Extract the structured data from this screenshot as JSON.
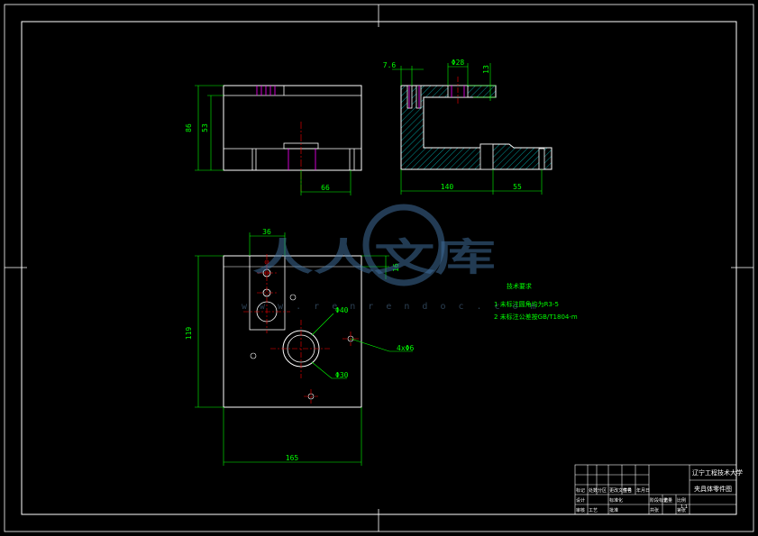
{
  "colors": {
    "background": "#000000",
    "outline": "#ffffff",
    "dimension": "#00ff00",
    "center_line": "#ff0000",
    "hidden_line": "#ff00ff",
    "hatch": "#00ffff",
    "watermark": "#4a7aa8"
  },
  "dimensions": {
    "top_view": {
      "height_outer": "86",
      "height_inner": "53",
      "bottom_width": "66"
    },
    "section_view": {
      "top_left": "7.6",
      "top_hole": "Φ28",
      "top_right": "13",
      "bottom_left": "140",
      "bottom_right": "55"
    },
    "plan_view": {
      "top_width": "36",
      "right_small": "16",
      "left_height": "119",
      "bottom_width": "165",
      "hole_large": "Φ40",
      "hole_small": "Φ30",
      "hole_pattern": "4xΦ6"
    }
  },
  "technical_requirements": {
    "title": "技术要求",
    "items": [
      "1 未标注圆角均为R3-5",
      "2 未标注公差按GB/T1804-m"
    ]
  },
  "watermark": {
    "text": "人人文库",
    "url": "w w w . r e n r e n d o c . c o m"
  },
  "title_block": {
    "school": "辽宁工程技术大学",
    "drawing_name": "夹具体零件图",
    "small_labels": [
      "标记",
      "处数",
      "分区",
      "更改文件号",
      "签名",
      "年月日",
      "设计",
      "标准化",
      "审核",
      "工艺",
      "批准",
      "阶段标记",
      "重量",
      "比例",
      "共张",
      "第张"
    ],
    "scale": "1:1"
  }
}
